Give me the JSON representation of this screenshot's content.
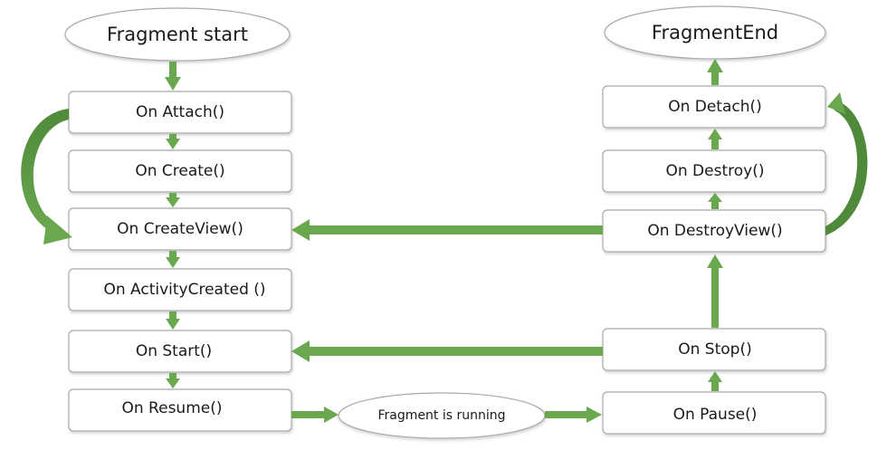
{
  "diagram": {
    "colors": {
      "arrow": "#6aa84f",
      "arrow_dark": "#4e8a3a",
      "box_border": "#a9a9a9",
      "text": "#1a1a1a"
    },
    "start": "Fragment start",
    "end": "FragmentEnd",
    "running": "Fragment is running",
    "nodes": {
      "attach": "On Attach()",
      "create": "On Create()",
      "create_view": "On CreateView()",
      "activity_created": "On ActivityCreated ()",
      "start": "On Start()",
      "resume": "On Resume()",
      "pause": "On Pause()",
      "stop": "On Stop()",
      "destroy_view": "On DestroyView()",
      "destroy": "On Destroy()",
      "detach": "On Detach()"
    }
  }
}
